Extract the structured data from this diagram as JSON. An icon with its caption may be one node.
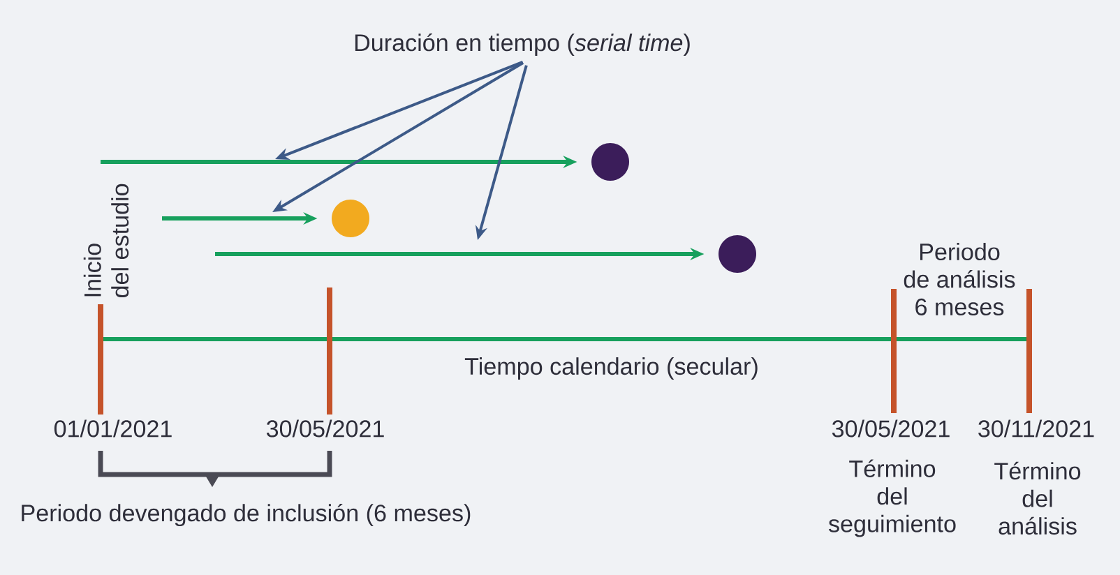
{
  "diagram": {
    "nodes": [
      {
        "text": [
          "Duración en tiempo (*serial time*)"
        ]
      },
      {
        "text": [],
        "shape": "circle"
      },
      {
        "text": [],
        "shape": "circle"
      },
      {
        "text": [],
        "shape": "circle"
      }
    ],
    "edges": [
      {
        "from": null,
        "to": 1,
        "arrow": "to",
        "color": "#17a05d"
      },
      {
        "from": null,
        "to": 2,
        "arrow": "to",
        "color": "#17a05d"
      },
      {
        "from": null,
        "to": 3,
        "arrow": "to",
        "color": "#17a05d"
      },
      {
        "from": 0,
        "to": null,
        "arrow": "to",
        "color": "#3d5a88"
      },
      {
        "from": 0,
        "to": null,
        "arrow": "to",
        "color": "#3d5a88"
      },
      {
        "from": 0,
        "to": null,
        "arrow": "to",
        "color": "#3d5a88"
      }
    ],
    "labels": [
      "Inicio del estudio",
      "Periodo de análisis 6 meses",
      "Tiempo calendario (secular)",
      "01/01/2021",
      "30/05/2021",
      "30/05/2021",
      "30/11/2021",
      "Término del seguimiento",
      "Término del análisis",
      "Periodo devengado de inclusión (6 meses)"
    ]
  }
}
